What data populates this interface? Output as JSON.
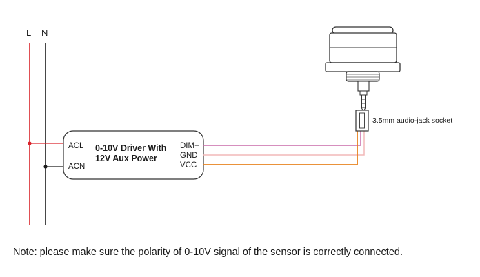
{
  "mains": {
    "live_label": "L",
    "neutral_label": "N"
  },
  "driver": {
    "title_line1": "0-10V Driver With",
    "title_line2": "12V Aux Power",
    "input_terminals": [
      "ACL",
      "ACN"
    ],
    "output_terminals": [
      "DIM+",
      "GND",
      "VCC"
    ]
  },
  "sensor": {
    "socket_label": "3.5mm audio-jack socket"
  },
  "note": "Note: please make sure the polarity of 0-10V signal of the sensor is correctly connected.",
  "colors": {
    "live_wire": "#d9232a",
    "neutral_wire": "#1a1a1a",
    "dim_wire": "#c86aa8",
    "gnd_wire": "#f2b8b8",
    "vcc_wire": "#e8821e",
    "outline": "#333333"
  }
}
